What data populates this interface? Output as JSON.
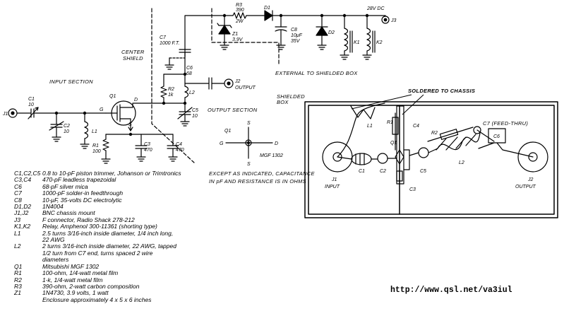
{
  "schematic": {
    "connectors": {
      "j1": "J1",
      "j2": "J2",
      "j3": "J3"
    },
    "output_label": "OUTPUT",
    "supply": "28V DC",
    "components": {
      "c1": [
        "C1",
        "10"
      ],
      "c2": [
        "C2",
        "10"
      ],
      "l1": "L1",
      "q1": "Q1",
      "r1": [
        "R1",
        "100"
      ],
      "c3": [
        "C3",
        "470"
      ],
      "c4": [
        "C4",
        "470"
      ],
      "c7": [
        "C7",
        "1000 F.T."
      ],
      "r2": [
        "R2",
        "1k"
      ],
      "l2": "L2",
      "c6": [
        "C6",
        "68"
      ],
      "c5": [
        "C5",
        "10"
      ],
      "r3": [
        "R3",
        "390",
        "2W"
      ],
      "d1": "D1",
      "z1": [
        "Z1",
        "3.9V"
      ],
      "c8": [
        "C8",
        "10μF",
        "35V"
      ],
      "d2": "D2",
      "k1": "K1",
      "k2": "K2"
    },
    "pins": {
      "g": "G",
      "s": "S",
      "d": "D"
    },
    "labels": {
      "input_section": "INPUT SECTION",
      "center_shield": [
        "CENTER",
        "SHIELD"
      ],
      "output_section": "OUTPUT SECTION",
      "external": "EXTERNAL TO SHIELDED BOX",
      "shielded_box": [
        "SHIELDED",
        "BOX"
      ]
    },
    "pinout": {
      "q1": "Q1",
      "part": "MGF 1302",
      "s": "S",
      "g": "G",
      "d": "D"
    },
    "note": [
      "EXCEPT AS INDICATED, CAPACITANCE",
      "IN pF AND RESISTANCE IS IN OHMS"
    ]
  },
  "layout_drawing": {
    "soldered": "SOLDERED TO CHASSIS",
    "c7": "C7 (FEED-THRU)",
    "c6": "C6",
    "l1": "L1",
    "r1": "R1",
    "c4": "C4",
    "q1": "Q1",
    "r2": "R2",
    "l2": "L2",
    "c1": "C1",
    "c2": "C2",
    "c5": "C5",
    "c3": "C3",
    "j1": "J1",
    "input": "INPUT",
    "j2": "J2",
    "output": "OUTPUT"
  },
  "parts_list": [
    {
      "ref": "C1,C2,C5",
      "desc": "0.8 to 10-pF piston trimmer, Johanson or Trimtronics"
    },
    {
      "ref": "C3,C4",
      "desc": "470-pF leadless trapezoidal"
    },
    {
      "ref": "C6",
      "desc": "68-pF silver mica"
    },
    {
      "ref": "C7",
      "desc": "1000-pF solder-in feedthrough"
    },
    {
      "ref": "C8",
      "desc": "10-μF, 35-volts DC electrolytic"
    },
    {
      "ref": "D1,D2",
      "desc": "1N4004"
    },
    {
      "ref": "J1,J2",
      "desc": "BNC chassis mount"
    },
    {
      "ref": "J3",
      "desc": "F connector, Radio Shack 278-212"
    },
    {
      "ref": "K1,K2",
      "desc": "Relay, Amphenol 300-11361 (shorting type)"
    },
    {
      "ref": "L1",
      "desc": "2.5 turns 3/16-inch inside diameter, 1/4 inch long,"
    },
    {
      "ref": "",
      "desc": "22 AWG"
    },
    {
      "ref": "L2",
      "desc": "2 turns 3/16-inch inside diameter, 22 AWG, tapped"
    },
    {
      "ref": "",
      "desc": "1/2 turn from C7 end, turns spaced 2 wire"
    },
    {
      "ref": "",
      "desc": "diameters"
    },
    {
      "ref": "Q1",
      "desc": "Mitsubishi MGF 1302"
    },
    {
      "ref": "R1",
      "desc": "100-ohm, 1/4-watt metal film"
    },
    {
      "ref": "R2",
      "desc": "1-k, 1/4-watt metal film"
    },
    {
      "ref": "R3",
      "desc": "390-ohm, 2-watt carbon composition"
    },
    {
      "ref": "Z1",
      "desc": "1N4730, 3.9 volts, 1 watt"
    },
    {
      "ref": "",
      "desc": "Enclosure approximately 4 x 5 x 6 inches"
    }
  ],
  "url": "http://www.qsl.net/va3iul"
}
